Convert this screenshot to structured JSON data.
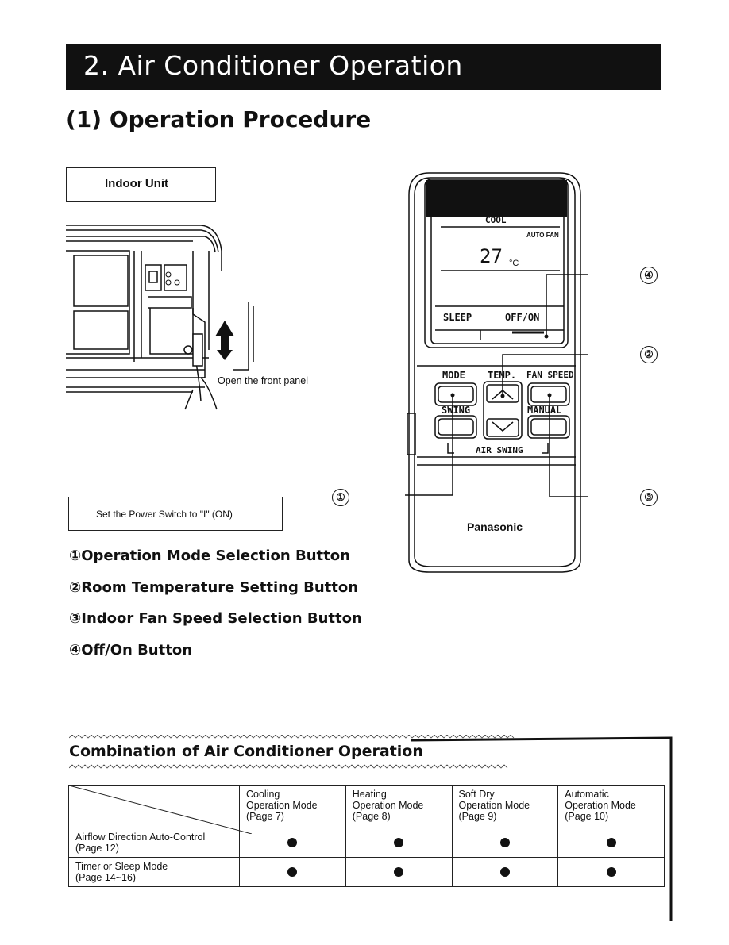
{
  "banner": {
    "title": "2. Air Conditioner Operation"
  },
  "subtitle": "(1) Operation Procedure",
  "indoor_label": "Indoor Unit",
  "front_panel_text": "Open the front panel",
  "power_switch_text": "Set the Power Switch to \"I\" (ON)",
  "callouts": [
    "①",
    "②",
    "③",
    "④"
  ],
  "button_list": [
    {
      "num": "①",
      "label": "Operation Mode Selection Button"
    },
    {
      "num": "②",
      "label": "Room Temperature Setting Button"
    },
    {
      "num": "③",
      "label": "Indoor Fan Speed Selection Button"
    },
    {
      "num": "④",
      "label": "Off/On Button"
    }
  ],
  "remote": {
    "lcd_mode": "COOL",
    "lcd_fan": "AUTO FAN",
    "lcd_temp": "27",
    "lcd_unit": "°C",
    "sleep": "SLEEP",
    "offon": "OFF/ON",
    "mode": "MODE",
    "temp": "TEMP.",
    "fan_speed": "FAN SPEED",
    "swing": "SWING",
    "manual": "MANUAL",
    "air_swing": "AIR SWING",
    "brand": "Panasonic"
  },
  "combination": {
    "title": "Combination of Air Conditioner Operation",
    "columns": [
      [
        "Cooling",
        "Operation Mode",
        "(Page 7)"
      ],
      [
        "Heating",
        "Operation Mode",
        "(Page 8)"
      ],
      [
        "Soft Dry",
        "Operation Mode",
        "(Page 9)"
      ],
      [
        "Automatic",
        "Operation Mode",
        "(Page 10)"
      ]
    ],
    "rows": [
      {
        "label": [
          "Airflow Direction Auto-Control",
          "(Page 12)"
        ],
        "marks": [
          true,
          true,
          true,
          true
        ]
      },
      {
        "label": [
          "Timer or Sleep Mode",
          "(Page 14~16)"
        ],
        "marks": [
          true,
          true,
          true,
          true
        ]
      }
    ]
  }
}
